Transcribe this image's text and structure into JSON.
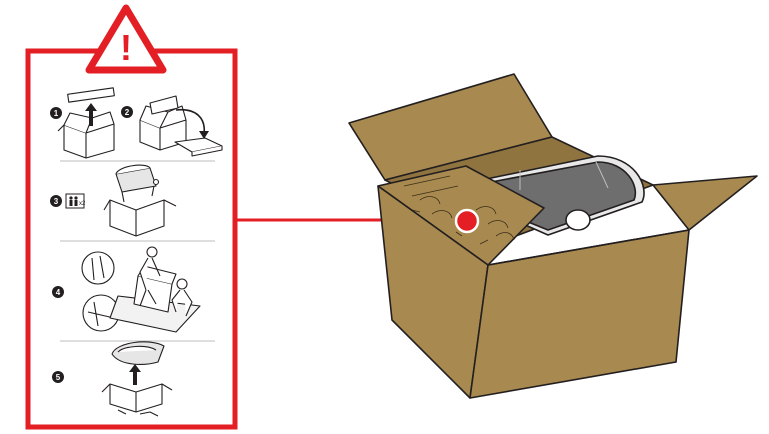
{
  "step_numbers": [
    "1",
    "2",
    "3",
    "4",
    "5"
  ],
  "people_count_label": "x2",
  "warning_symbol": "!",
  "colors": {
    "warning_red": "#e31e24",
    "cardboard": "#a8894f",
    "cardboard_dark": "#8f7440",
    "grill_gray": "#6e6e6e",
    "outline": "#231f20",
    "divider": "#bdbdbd"
  },
  "icons": [
    "warning-triangle-icon",
    "two-person-lift-icon",
    "arrow-up-icon",
    "curved-arrow-icon"
  ]
}
